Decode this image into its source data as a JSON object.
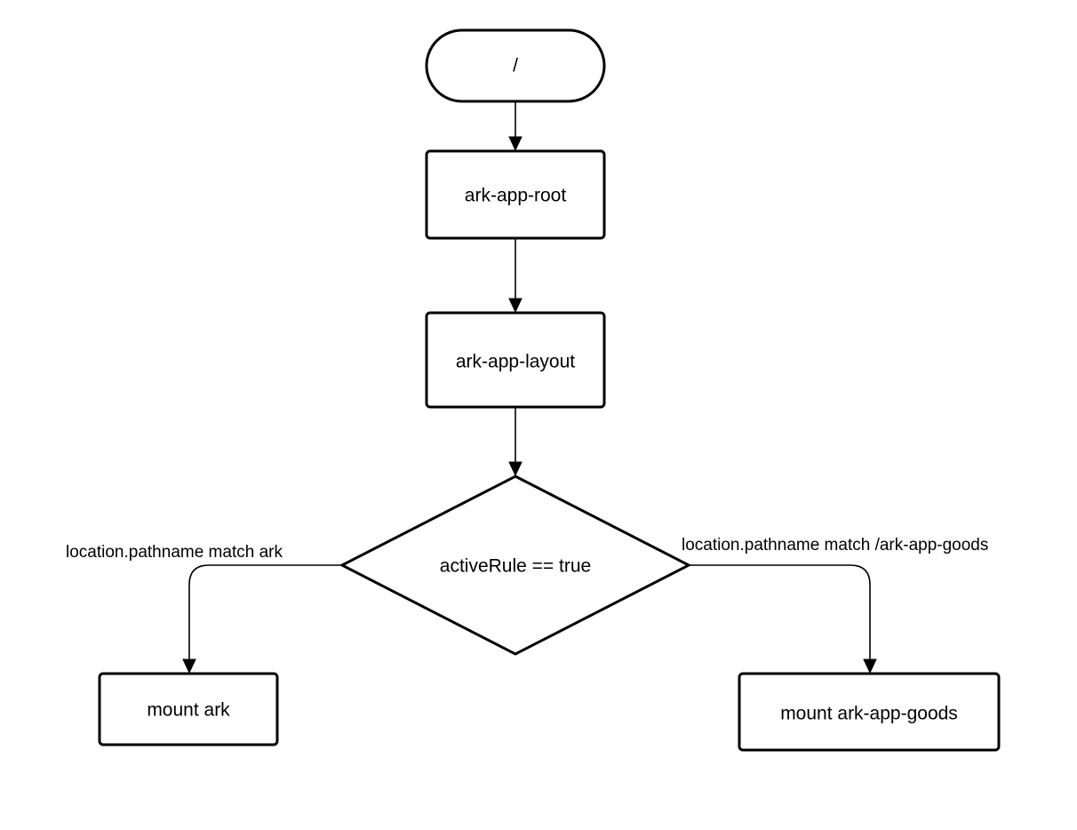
{
  "nodes": {
    "start": {
      "label": "/"
    },
    "root": {
      "label": "ark-app-root"
    },
    "layout": {
      "label": "ark-app-layout"
    },
    "decision": {
      "label": "activeRule == true"
    },
    "mount_ark": {
      "label": "mount ark"
    },
    "mount_goods": {
      "label": "mount ark-app-goods"
    }
  },
  "edges": {
    "left_branch": {
      "label": "location.pathname match ark"
    },
    "right_branch": {
      "label": "location.pathname match /ark-app-goods"
    }
  }
}
